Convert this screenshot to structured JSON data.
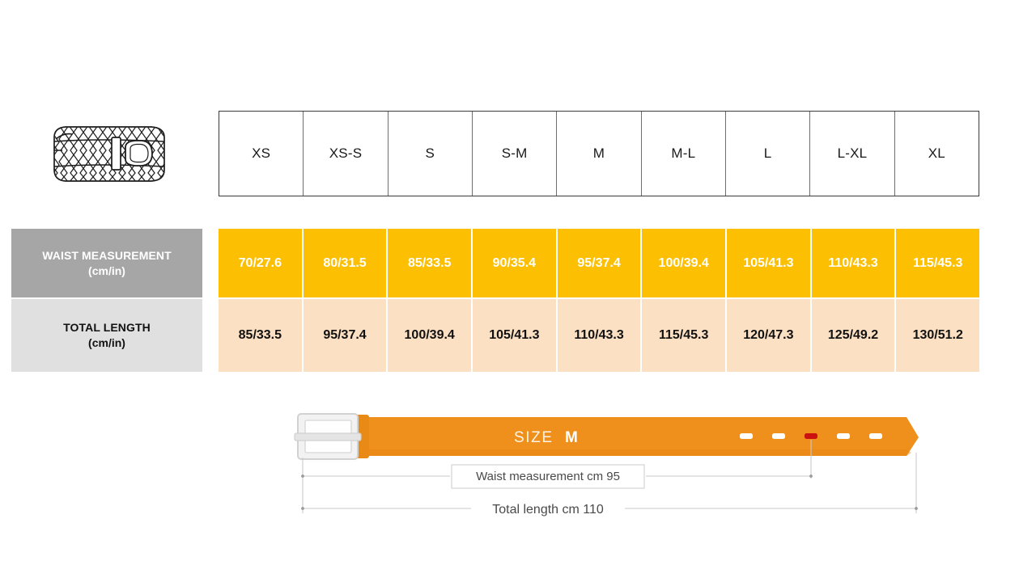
{
  "icons": {
    "woven_belt": "woven-belt-icon"
  },
  "size_table": {
    "sizes": [
      "XS",
      "XS-S",
      "S",
      "S-M",
      "M",
      "M-L",
      "L",
      "L-XL",
      "XL"
    ]
  },
  "rows": [
    {
      "key": "waist",
      "label_line1": "WAIST MEASUREMENT",
      "label_line2": "(cm/in)",
      "values": [
        "70/27.6",
        "80/31.5",
        "85/33.5",
        "90/35.4",
        "95/37.4",
        "100/39.4",
        "105/41.3",
        "110/43.3",
        "115/45.3"
      ]
    },
    {
      "key": "length",
      "label_line1": "TOTAL LENGTH",
      "label_line2": "(cm/in)",
      "values": [
        "85/33.5",
        "95/37.4",
        "100/39.4",
        "105/41.3",
        "110/43.3",
        "115/45.3",
        "120/47.3",
        "125/49.2",
        "130/51.2"
      ]
    }
  ],
  "diagram": {
    "size_prefix": "SIZE",
    "size_value": "M",
    "waist_label": "Waist measurement cm 95",
    "length_label": "Total length cm 110",
    "holes_total": 5,
    "highlighted_hole_index": 2
  },
  "colors": {
    "amber": "#fcbf01",
    "peach": "#fce0c3",
    "label_gray_dark": "#a6a6a6",
    "label_gray_light": "#e0e0e0",
    "belt_orange": "#ef8f1c",
    "belt_keeper": "#e98a16",
    "hole_highlight": "#cc1111",
    "buckle_gray": "#d8d8d8",
    "table_border": "#3a3a3a"
  }
}
